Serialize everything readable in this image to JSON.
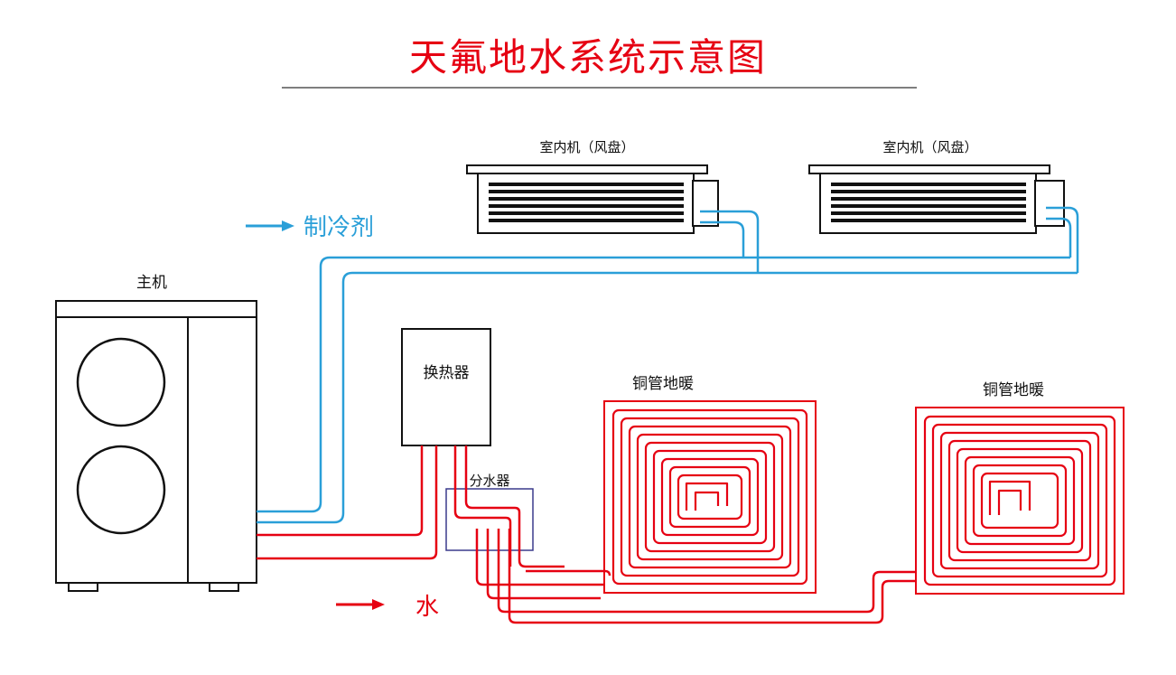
{
  "title": "天氟地水系统示意图",
  "labels": {
    "main_unit": "主机",
    "indoor_unit_1": "室内机（风盘）",
    "indoor_unit_2": "室内机（风盘）",
    "heat_exchanger": "换热器",
    "manifold": "分水器",
    "floor_heating_1": "铜管地暖",
    "floor_heating_2": "铜管地暖"
  },
  "legend": {
    "refrigerant": "制冷剂",
    "water": "水"
  },
  "colors": {
    "refrigerant": "#2a9fd8",
    "water": "#e60012",
    "manifold_box": "#3a3a8c",
    "outline": "#111111"
  }
}
